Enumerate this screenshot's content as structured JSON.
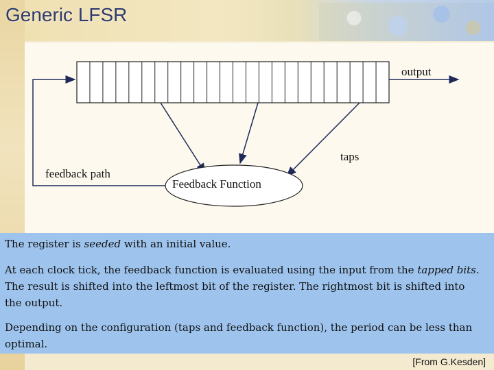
{
  "title": "Generic LFSR",
  "diagram": {
    "output_label": "output",
    "taps_label": "taps",
    "feedback_path_label": "feedback path",
    "feedback_function_label": "Feedback Function"
  },
  "text": {
    "p1_a": "The register is ",
    "p1_em": "seeded",
    "p1_b": " with an initial value.",
    "p2_a": "At each clock tick, the feedback function is evaluated using the input from the ",
    "p2_em": "tapped bits",
    "p2_b": ". The result is shifted into the leftmost bit of the register. The rightmost bit is shifted into the output.",
    "p3": "Depending on the configuration (taps and feedback function), the period can be less than optimal."
  },
  "credit": "[From G.Kesden]"
}
